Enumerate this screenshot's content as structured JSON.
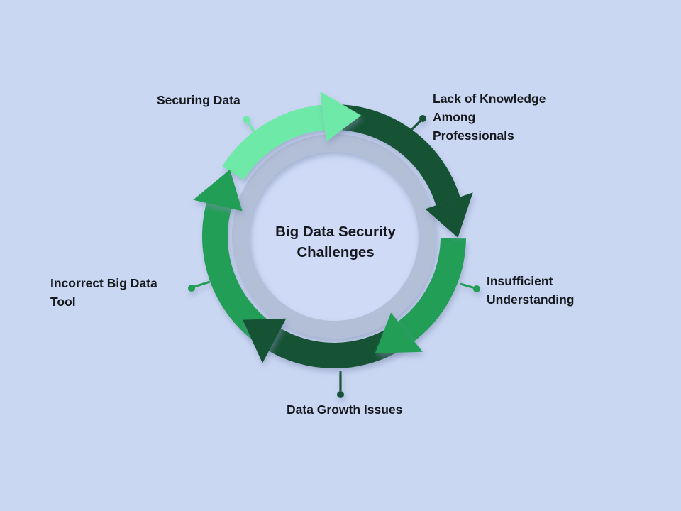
{
  "title": {
    "text": "Big Data Security Challenges",
    "lines": [
      "Big Data Security",
      "Challenges"
    ]
  },
  "nodes": [
    {
      "id": "securing-data",
      "label": "Securing Data",
      "lines": [
        "Securing Data"
      ],
      "arrow_color_key": "mint"
    },
    {
      "id": "lack-of-knowledge",
      "label": "Lack of Knowledge Among Professionals",
      "lines": [
        "Lack of Knowledge",
        "Among",
        "Professionals"
      ],
      "arrow_color_key": "dark-green"
    },
    {
      "id": "insufficient-understanding",
      "label": "Insufficient Understanding",
      "lines": [
        "Insufficient",
        "Understanding"
      ],
      "arrow_color_key": "medium-green"
    },
    {
      "id": "data-growth-issues",
      "label": "Data Growth Issues",
      "lines": [
        "Data Growth Issues"
      ],
      "arrow_color_key": "dark-green"
    },
    {
      "id": "incorrect-big-data-tool",
      "label": "Incorrect Big Data Tool",
      "lines": [
        "Incorrect Big Data",
        "Tool"
      ],
      "arrow_color_key": "medium-green"
    }
  ],
  "colors": {
    "bg": "#cad7f3",
    "ring": "#b3bed7",
    "center-fill": "#cedaf6",
    "mint": "#6ee9a7",
    "dark-green": "#175234",
    "medium-green": "#209e57",
    "text": "#15181d"
  }
}
